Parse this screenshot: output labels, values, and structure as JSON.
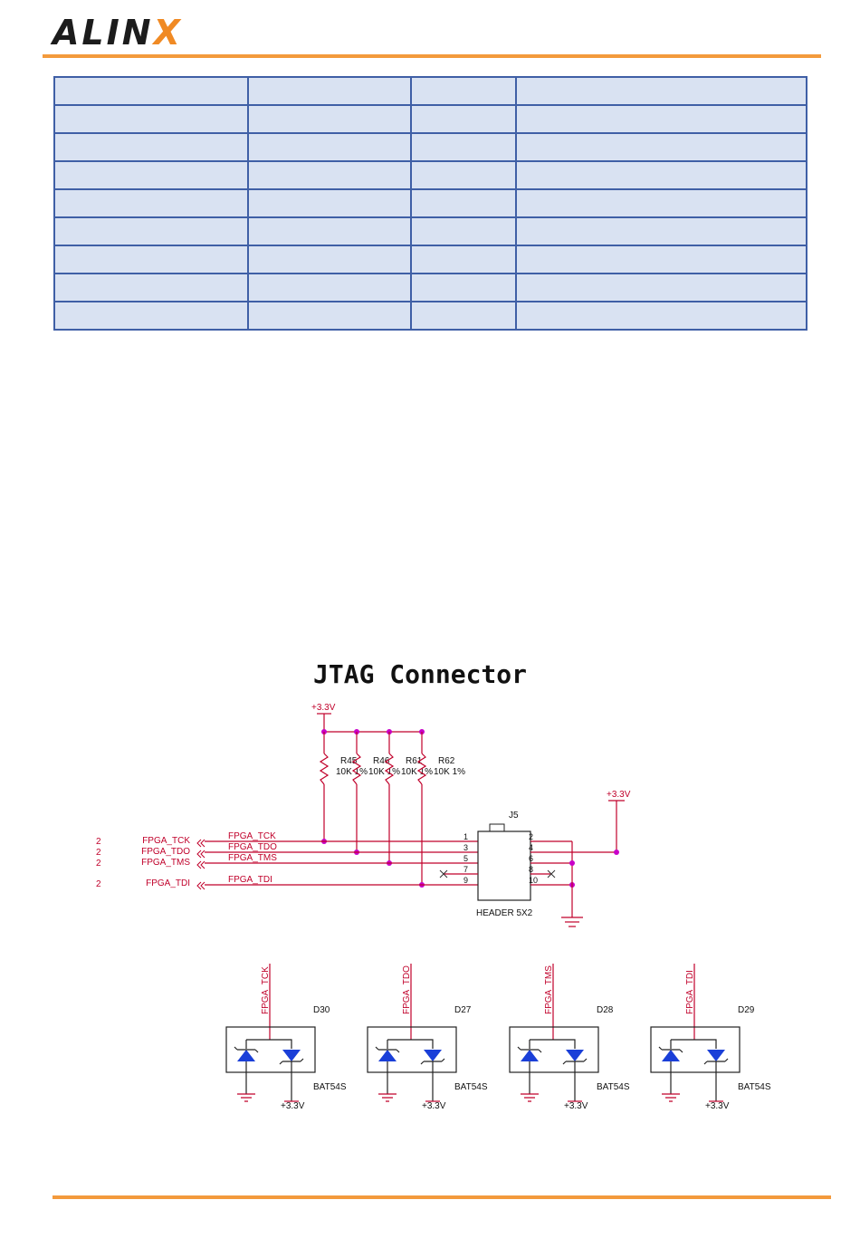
{
  "logo": {
    "text_main": "ALIN",
    "text_accent": "X"
  },
  "pin_table": {
    "rows": [
      [
        "",
        "",
        "",
        ""
      ],
      [
        "",
        "",
        "",
        ""
      ],
      [
        "",
        "",
        "",
        ""
      ],
      [
        "",
        "",
        "",
        ""
      ],
      [
        "",
        "",
        "",
        ""
      ],
      [
        "",
        "",
        "",
        ""
      ],
      [
        "",
        "",
        "",
        ""
      ],
      [
        "",
        "",
        "",
        ""
      ],
      [
        "",
        "",
        "",
        ""
      ]
    ]
  },
  "schematic": {
    "title": "JTAG Connector",
    "power_label": "+3.3V",
    "ground": "GND",
    "resistors": [
      {
        "ref": "R45",
        "value": "10K 1%"
      },
      {
        "ref": "R46",
        "value": "10K 1%"
      },
      {
        "ref": "R61",
        "value": "10K 1%"
      },
      {
        "ref": "R62",
        "value": "10K 1%"
      }
    ],
    "connector": {
      "ref": "J5",
      "part": "HEADER 5X2",
      "pins": [
        "1",
        "2",
        "3",
        "4",
        "5",
        "6",
        "7",
        "8",
        "9",
        "10"
      ]
    },
    "ports": [
      {
        "sheet": "2",
        "name": "FPGA_TCK"
      },
      {
        "sheet": "2",
        "name": "FPGA_TDO"
      },
      {
        "sheet": "2",
        "name": "FPGA_TMS"
      },
      {
        "sheet": "2",
        "name": "FPGA_TDI"
      }
    ],
    "diodes": [
      {
        "ref": "D30",
        "net": "FPGA_TCK",
        "part": "BAT54S"
      },
      {
        "ref": "D27",
        "net": "FPGA_TDO",
        "part": "BAT54S"
      },
      {
        "ref": "D28",
        "net": "FPGA_TMS",
        "part": "BAT54S"
      },
      {
        "ref": "D29",
        "net": "FPGA_TDI",
        "part": "BAT54S"
      }
    ]
  },
  "colors": {
    "accent": "#f39a3c",
    "table_border": "#3f5fa6",
    "table_fill": "#d9e2f2",
    "wire": "#c0002a",
    "junction": "#c800c8",
    "diode_fill": "#1a3fd8"
  }
}
